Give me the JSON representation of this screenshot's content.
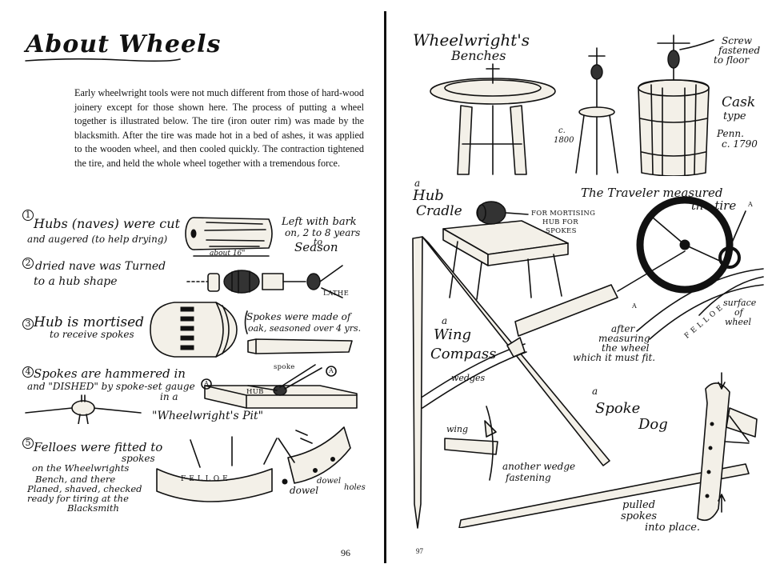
{
  "left_page": {
    "title": "About Wheels",
    "paragraph": "Early wheelwright tools were not much different from those of hard-wood joinery except for those shown here. The process of putting a wheel together is illustrated below. The tire (iron outer rim) was made by the blacksmith. After the tire was made hot in a bed of ashes, it was applied to the wooden wheel, and then cooled quickly. The contraction tightened the tire, and held the whole wheel together with a tremendous force.",
    "steps": [
      {
        "num": "1",
        "text_a": "Hubs (naves) were cut",
        "text_b": "and augered (to help drying)"
      },
      {
        "num": "2",
        "text_a": "dried nave was Turned",
        "text_b": "to a hub shape"
      },
      {
        "num": "3",
        "text_a": "Hub is mortised",
        "text_b": "to receive spokes"
      },
      {
        "num": "4",
        "text_a": "Spokes are hammered in",
        "text_b": "and \"DISHED\" by spoke-set gauge",
        "text_c": "in a"
      },
      {
        "num": "5",
        "text_a": "Felloes were fitted to",
        "text_b": "spokes"
      }
    ],
    "step5_notes": [
      "on the Wheelwrights",
      "Bench, and there",
      "Planed, shaved, checked",
      "ready for tiring at the",
      "Blacksmith"
    ],
    "bark_note": [
      "Left with bark",
      "on, 2 to 8 years",
      "to",
      "Season"
    ],
    "about_16": "about 16\"",
    "lathe": "LATHE",
    "spokes_note": [
      "Spokes were made of",
      "oak, seasoned over 4 yrs."
    ],
    "spoke_label": "spoke",
    "hub_label": "HUB",
    "pit": "\"Wheelwright's Pit\"",
    "felloe_word": "FELLOE",
    "dowel": "dowel",
    "dowel_holes": [
      "dowel",
      "holes"
    ],
    "page_number": "96"
  },
  "right_page": {
    "benches_title": [
      "Wheelwright's",
      "Benches"
    ],
    "screw_note": [
      "Screw",
      "fastened",
      "to floor"
    ],
    "cask": [
      "Cask",
      "type"
    ],
    "penn": [
      "Penn.",
      "c. 1790"
    ],
    "c1800": [
      "c.",
      "1800"
    ],
    "hub_cradle": [
      "a",
      "Hub",
      "Cradle"
    ],
    "mortising_note": [
      "FOR MORTISING",
      "HUB FOR",
      "SPOKES"
    ],
    "traveler": [
      "The Traveler measured",
      "the tire"
    ],
    "marker_a": "A",
    "surface_of_wheel": [
      "surface",
      "of",
      "wheel"
    ],
    "felloe": "FELLOE",
    "after_measuring": [
      "after",
      "measuring",
      "the wheel",
      "which it must fit."
    ],
    "wing_compass": [
      "a",
      "Wing",
      "Compass"
    ],
    "wedges": "wedges",
    "wing": "wing",
    "another_wedge": [
      "another wedge",
      "fastening"
    ],
    "spoke_dog": [
      "a",
      "Spoke",
      "Dog"
    ],
    "pulled_spokes": [
      "pulled",
      "spokes",
      "into place."
    ],
    "page_number": "97"
  }
}
